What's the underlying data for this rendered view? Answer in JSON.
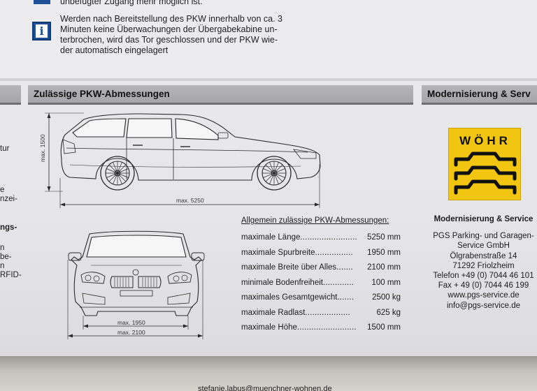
{
  "top": {
    "fragment_line": "unbefugter Zugang mehr möglich ist.",
    "info_text_lines": [
      "Werden nach Bereitstellung des PKW innerhalb von ca. 3",
      "Minuten keine Überwachungen der Übergabekabine un-",
      "terbrochen, wird das Tor geschlossen und der PKW wie-",
      "der automatisch eingelagert"
    ]
  },
  "left_fragments": [
    "tur",
    "e",
    "nzei-",
    "ngs-",
    "n",
    "be-",
    "n",
    "RFID-"
  ],
  "main": {
    "title": "Zulässige PKW-Abmessungen",
    "side_view": {
      "height_label": "max. 1500",
      "length_label": "max. 5250"
    },
    "front_view": {
      "track_label": "max. 1950",
      "width_label": "max. 2100"
    }
  },
  "dimensions": {
    "title": "Allgemein zulässige PKW-Abmessungen:",
    "rows": [
      {
        "label": "maximale Länge",
        "dots": "........................",
        "value": "5250 mm"
      },
      {
        "label": "maximale Spurbreite",
        "dots": "................",
        "value": "1950 mm"
      },
      {
        "label": "maximale Breite über Alles",
        "dots": ".......",
        "value": "2100 mm"
      },
      {
        "label": "minimale Bodenfreiheit",
        "dots": ".............",
        "value": "100 mm"
      },
      {
        "label": "maximales Gesamtgewicht",
        "dots": ".......",
        "value": "2500 kg"
      },
      {
        "label": "maximale Radlast",
        "dots": "...................",
        "value": "625 kg"
      },
      {
        "label": "maximale Höhe",
        "dots": ".........................",
        "value": "1500 mm"
      }
    ]
  },
  "right": {
    "header": "Modernisierung & Serv",
    "logo_text": "WÖHR",
    "company_title": "Modernisierung & Service",
    "company_lines": [
      "PGS Parking- und Garagen-",
      "Service GmbH",
      "Ölgrabenstraße 14",
      "71292 Friolzheim",
      "Telefon  +49 (0) 7044 46 101",
      "Fax  + 49 (0) 7044 46 199",
      "www.pgs-service.de",
      "info@pgs-service.de"
    ]
  },
  "footer": {
    "email": "stefanie.labus@muenchner-wohnen.de"
  },
  "colors": {
    "info_blue": "#1f4f96",
    "logo_yellow": "#f1c510",
    "header_gray": "#a9a9ad"
  }
}
